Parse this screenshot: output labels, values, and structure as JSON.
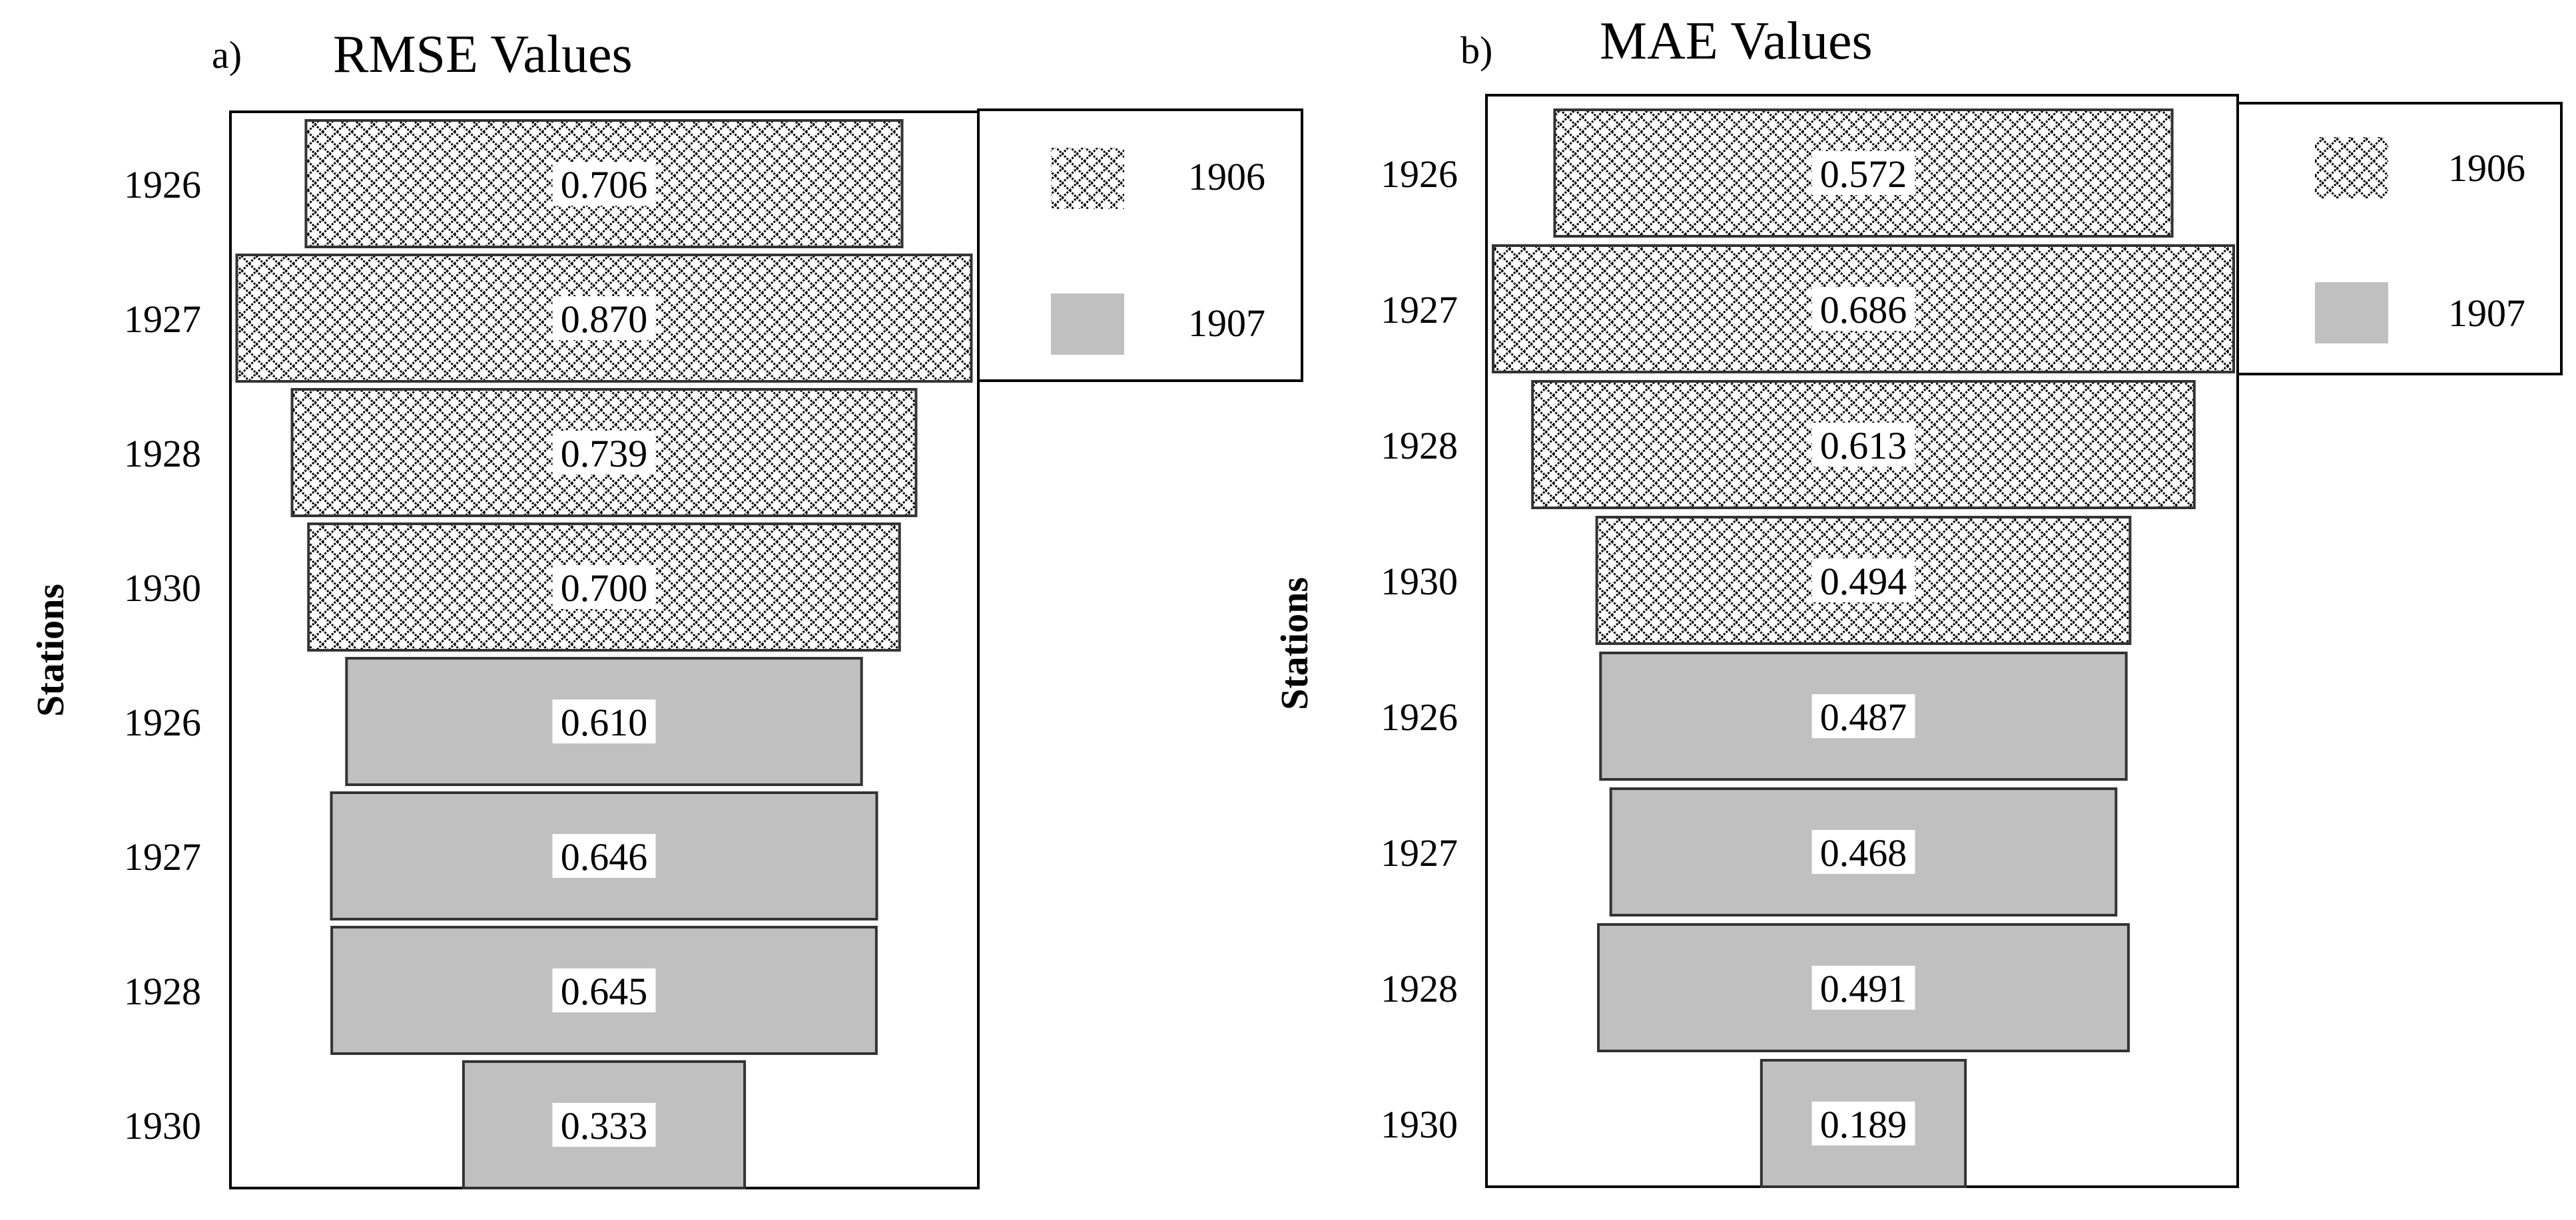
{
  "chart_data": [
    {
      "type": "bar",
      "orientation": "horizontal",
      "panel_label": "a)",
      "title": "RMSE Values",
      "ylabel": "Stations",
      "categories": [
        "1926",
        "1927",
        "1928",
        "1930",
        "1926",
        "1927",
        "1928",
        "1930"
      ],
      "values": [
        0.706,
        0.87,
        0.739,
        0.7,
        0.61,
        0.646,
        0.645,
        0.333
      ],
      "value_labels": [
        "0.706",
        "0.870",
        "0.739",
        "0.700",
        "0.610",
        "0.646",
        "0.645",
        "0.333"
      ],
      "groups": [
        "1906",
        "1906",
        "1906",
        "1906",
        "1907",
        "1907",
        "1907",
        "1907"
      ],
      "legend": [
        {
          "label": "1906",
          "style": "crosshatch"
        },
        {
          "label": "1907",
          "style": "solid",
          "color": "#c0c0c0"
        }
      ],
      "legend_placement": "top-right",
      "bar_alignment": "centered",
      "grid": false
    },
    {
      "type": "bar",
      "orientation": "horizontal",
      "panel_label": "b)",
      "title": "MAE Values",
      "ylabel": "Stations",
      "categories": [
        "1926",
        "1927",
        "1928",
        "1930",
        "1926",
        "1927",
        "1928",
        "1930"
      ],
      "values": [
        0.572,
        0.686,
        0.613,
        0.494,
        0.487,
        0.468,
        0.491,
        0.189
      ],
      "value_labels": [
        "0.572",
        "0.686",
        "0.613",
        "0.494",
        "0.487",
        "0.468",
        "0.491",
        "0.189"
      ],
      "groups": [
        "1906",
        "1906",
        "1906",
        "1906",
        "1907",
        "1907",
        "1907",
        "1907"
      ],
      "legend": [
        {
          "label": "1906",
          "style": "crosshatch"
        },
        {
          "label": "1907",
          "style": "solid",
          "color": "#c0c0c0"
        }
      ],
      "legend_placement": "top-right",
      "bar_alignment": "centered",
      "grid": false
    }
  ],
  "colors": {
    "solid_fill": "#c0c0c0",
    "hatch_line": "#000000",
    "border": "#000000",
    "text": "#000000"
  }
}
